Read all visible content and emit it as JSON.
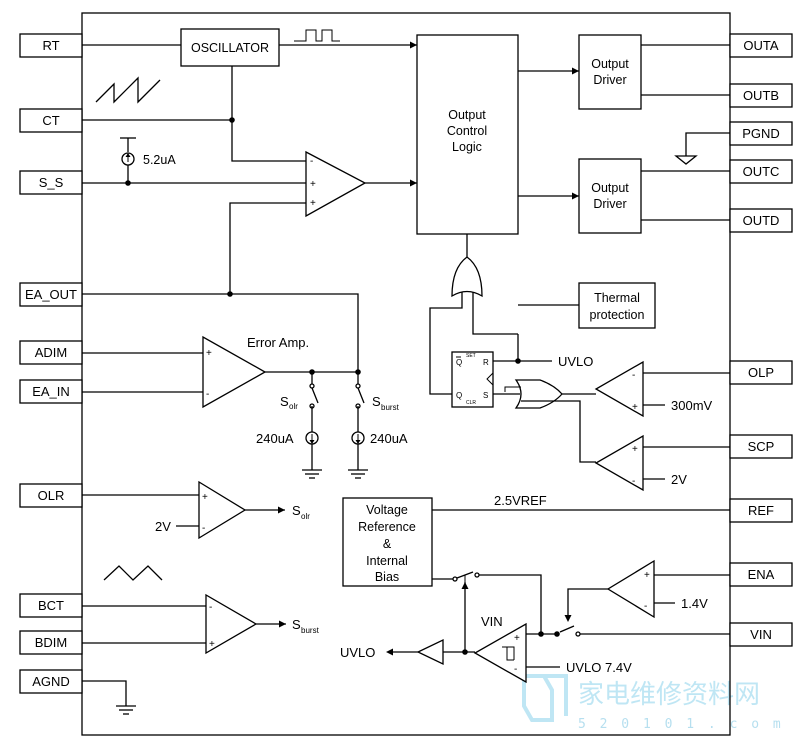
{
  "pins_left": {
    "rt": "RT",
    "ct": "CT",
    "s_s": "S_S",
    "ea_out": "EA_OUT",
    "adim": "ADIM",
    "ea_in": "EA_IN",
    "olr": "OLR",
    "bct": "BCT",
    "bdim": "BDIM",
    "agnd": "AGND"
  },
  "pins_right": {
    "outa": "OUTA",
    "outb": "OUTB",
    "pgnd": "PGND",
    "outc": "OUTC",
    "outd": "OUTD",
    "olp": "OLP",
    "scp": "SCP",
    "ref": "REF",
    "ena": "ENA",
    "vin": "VIN"
  },
  "blocks": {
    "oscillator": "OSCILLATOR",
    "output_control_logic": [
      "Output",
      "Control",
      "Logic"
    ],
    "output_driver": [
      "Output",
      "Driver"
    ],
    "thermal_protection": [
      "Thermal",
      "protection"
    ],
    "voltage_reference": [
      "Voltage",
      "Reference",
      "&",
      "Internal",
      "Bias"
    ],
    "error_amp": "Error Amp."
  },
  "flipflop": {
    "q_bar": "Q",
    "set": "SET",
    "r": "R",
    "q": "Q",
    "clr": "CLR",
    "s": "S"
  },
  "labels": {
    "current_5_2ua": "5.2uA",
    "uvlo_to_ff": "UVLO",
    "olp_threshold": "300mV",
    "scp_threshold": "2V",
    "s_olr_main": "S",
    "s_olr_sub": "olr",
    "s_burst_main": "S",
    "s_burst_sub": "burst",
    "current_240ua_left": "240uA",
    "current_240ua_right": "240uA",
    "olr_ref": "2V",
    "s_olr_out_main": "S",
    "s_olr_out_sub": "olr",
    "vref_2_5": "2.5VREF",
    "ena_threshold": "1.4V",
    "s_burst_out_main": "S",
    "s_burst_out_sub": "burst",
    "vin_comp": "VIN",
    "uvlo_out": "UVLO",
    "uvlo_7_4v": "UVLO 7.4V",
    "plus": "+",
    "minus": "-"
  },
  "watermark": {
    "cn": "家电维修资料网",
    "url": "5 2 0 1 0 1 . c o m"
  }
}
